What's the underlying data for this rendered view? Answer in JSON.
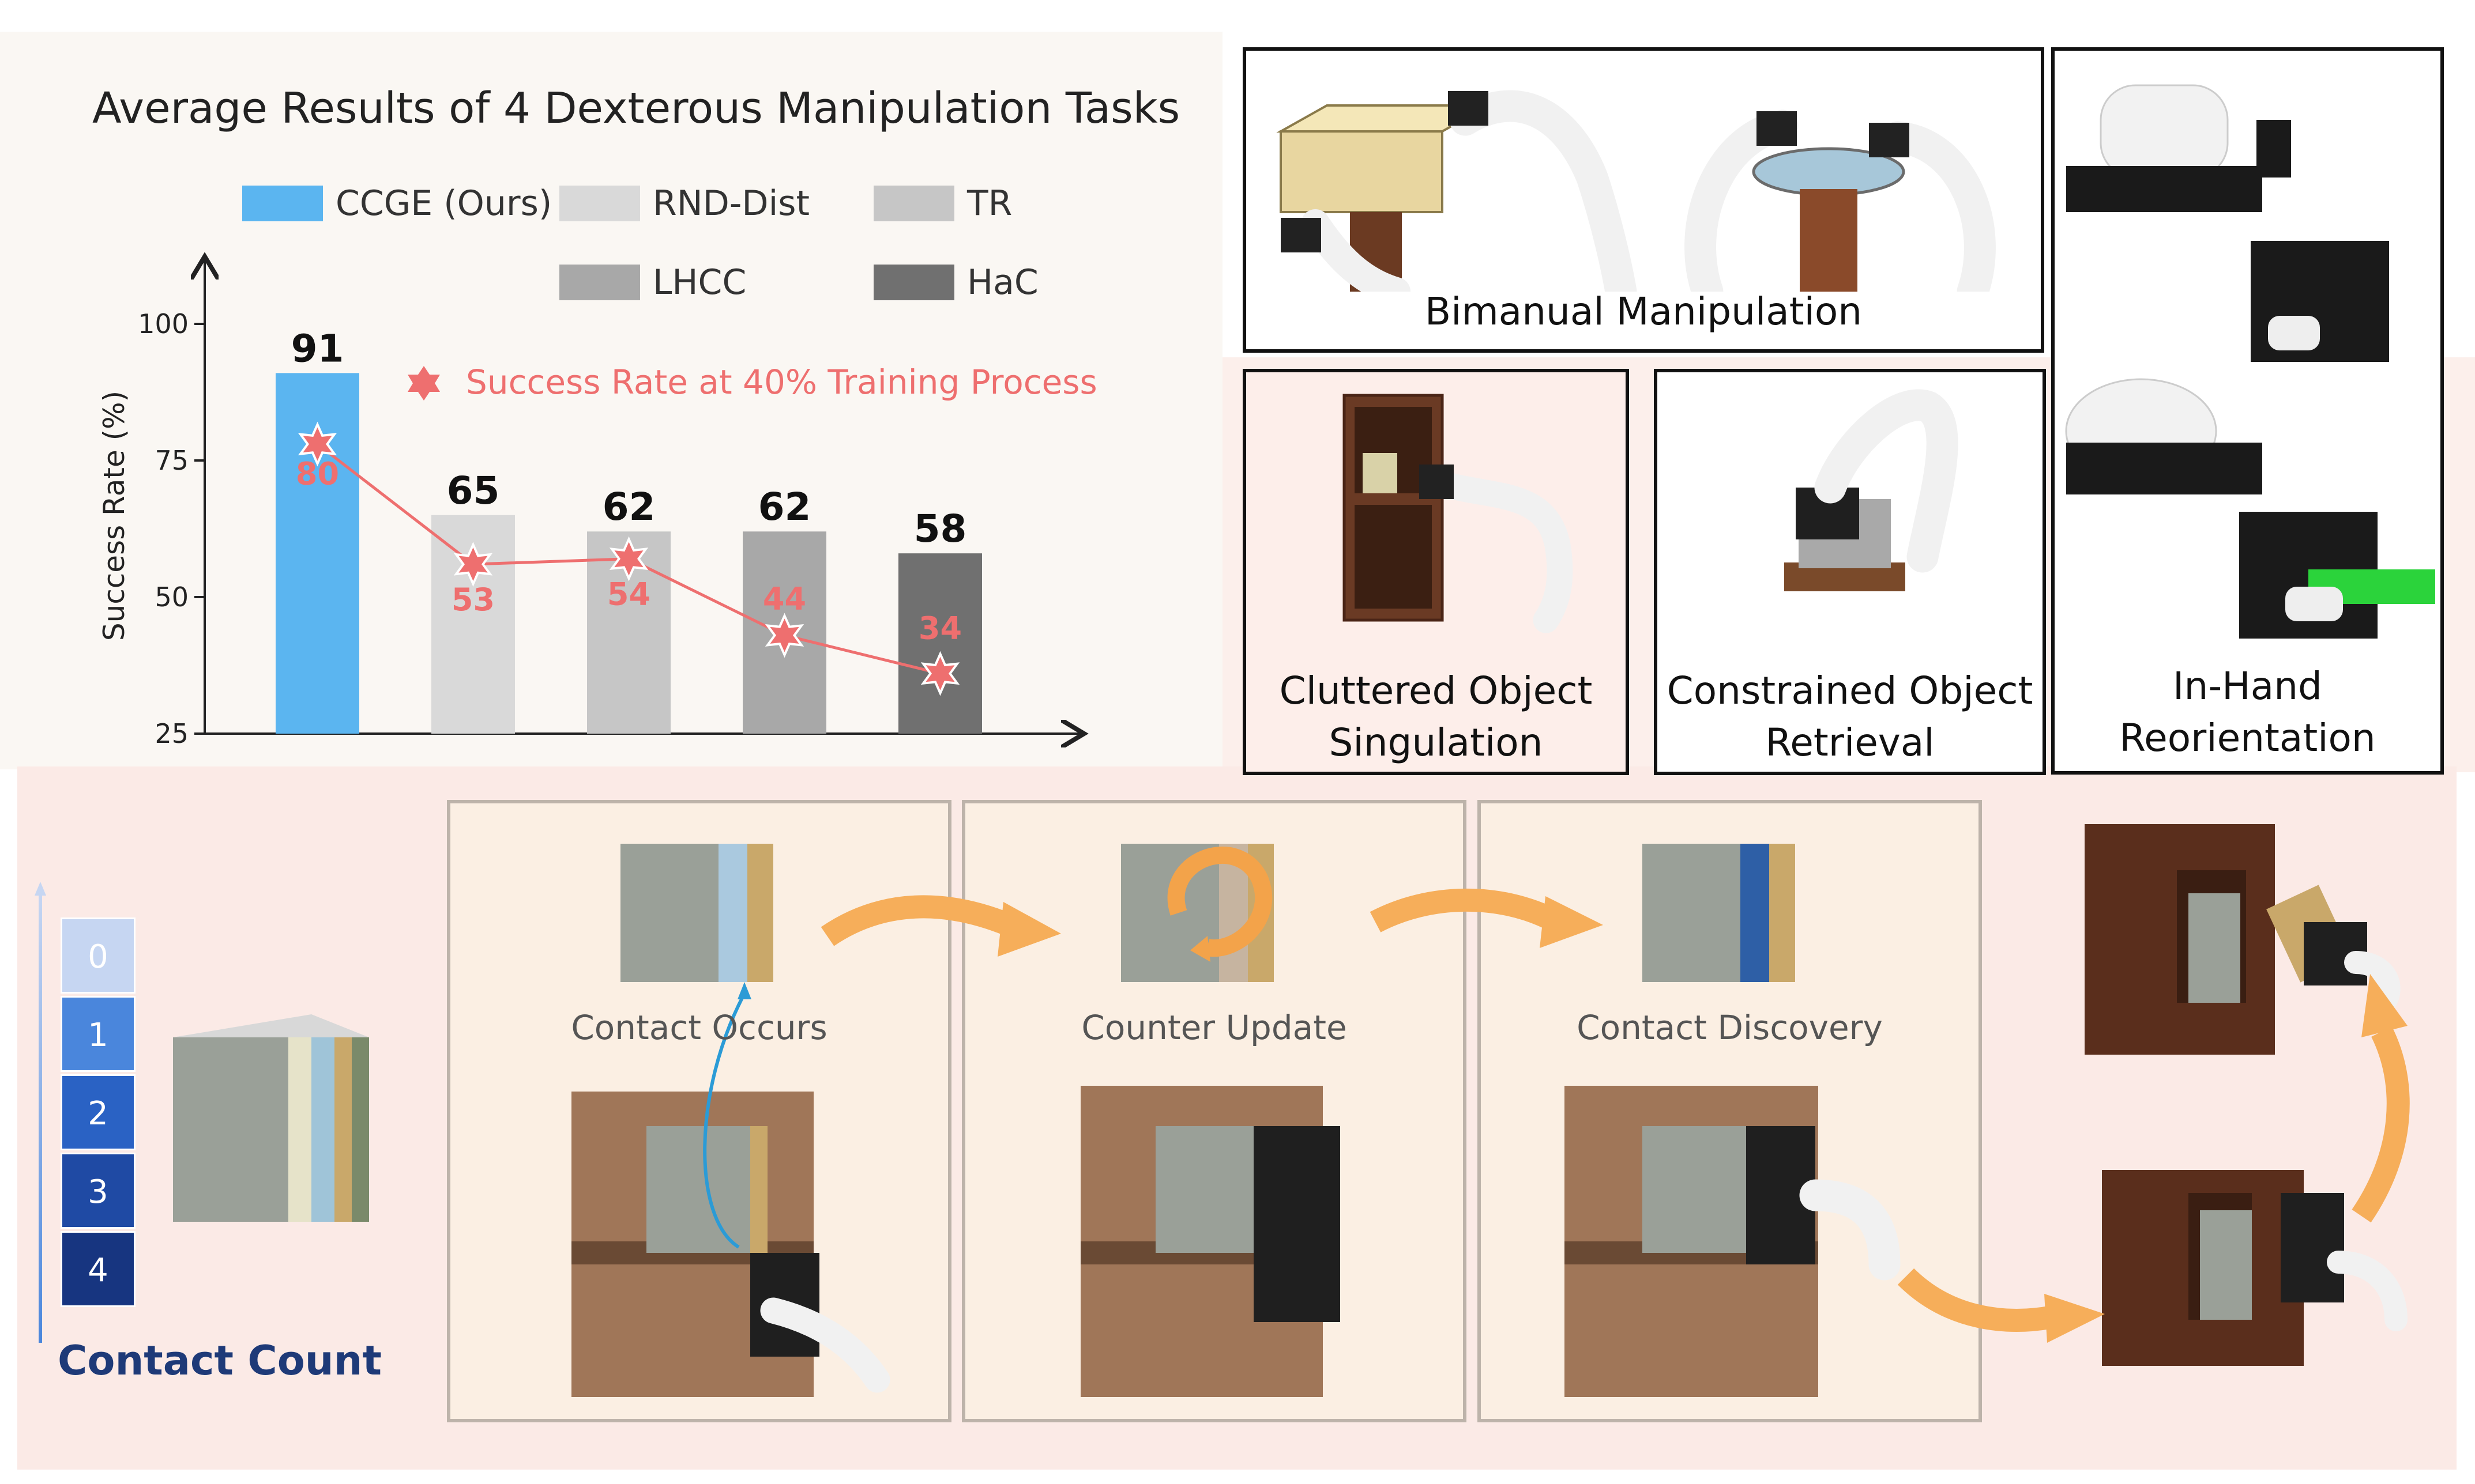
{
  "chart_data": {
    "type": "bar",
    "title": "Average Results of 4 Dexterous Manipulation Tasks",
    "ylabel": "Success Rate (%)",
    "xlabel": "",
    "ylim": [
      25,
      100
    ],
    "yticks": [
      "25",
      "50",
      "75",
      "100"
    ],
    "categories": [
      "CCGE (Ours)",
      "RND-Dist",
      "TR",
      "LHCC",
      "HaC"
    ],
    "values": [
      91,
      65,
      62,
      62,
      58
    ],
    "colors": [
      "#5bb5f0",
      "#d9d9d9",
      "#c6c6c6",
      "#a8a8a8",
      "#707070"
    ],
    "overlay_series": {
      "name": "Success Rate at 40% Training Process",
      "values": [
        80,
        53,
        54,
        44,
        34
      ],
      "plot_values": [
        78,
        56,
        57,
        43,
        36
      ],
      "color": "#ee6f6f"
    },
    "legend": [
      "CCGE (Ours)",
      "RND-Dist",
      "TR",
      "LHCC",
      "HaC"
    ]
  },
  "tasks": {
    "bimanual": "Bimanual Manipulation",
    "cluttered_line1": "Cluttered Object",
    "cluttered_line2": "Singulation",
    "constrained_line1": "Constrained Object",
    "constrained_line2": "Retrieval",
    "inhand_line1": "In-Hand",
    "inhand_line2": "Reorientation"
  },
  "steps": {
    "step1": "Contact Occurs",
    "step2": "Counter Update",
    "step3": "Contact Discovery"
  },
  "contact_count": {
    "title": "Contact Count",
    "levels": [
      "0",
      "1",
      "2",
      "3",
      "4"
    ],
    "colors": [
      "#c6d6f2",
      "#4a86dc",
      "#2a62c4",
      "#1f4aa4",
      "#173580"
    ]
  }
}
